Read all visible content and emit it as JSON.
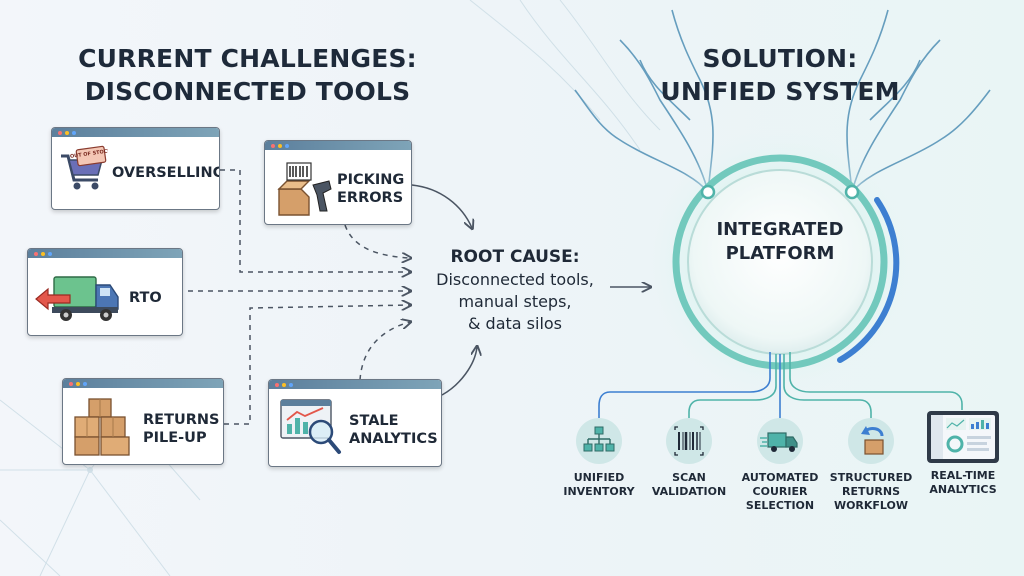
{
  "left_title": {
    "line1": "CURRENT CHALLENGES:",
    "line2": "DISCONNECTED TOOLS"
  },
  "right_title": {
    "line1": "SOLUTION:",
    "line2": "UNIFIED SYSTEM"
  },
  "challenges": {
    "overselling": {
      "label": "OVERSELLING",
      "sign": "OUT OF STOCK"
    },
    "picking": {
      "line1": "PICKING",
      "line2": "ERRORS"
    },
    "rto": {
      "label": "RTO"
    },
    "returns": {
      "line1": "RETURNS",
      "line2": "PILE-UP"
    },
    "analytics": {
      "line1": "STALE",
      "line2": "ANALYTICS"
    }
  },
  "root_cause": {
    "heading": "ROOT CAUSE:",
    "line1": "Disconnected tools,",
    "line2": "manual steps,",
    "line3": "& data silos"
  },
  "platform": {
    "line1": "INTEGRATED",
    "line2": "PLATFORM"
  },
  "features": {
    "inventory": {
      "line1": "UNIFIED",
      "line2": "INVENTORY",
      "icon": "hierarchy-icon"
    },
    "scan": {
      "line1": "SCAN",
      "line2": "VALIDATION",
      "icon": "barcode-icon"
    },
    "courier": {
      "line1": "AUTOMATED",
      "line2": "COURIER",
      "line3": "SELECTION",
      "icon": "truck-icon"
    },
    "returns": {
      "line1": "STRUCTURED",
      "line2": "RETURNS",
      "line3": "WORKFLOW",
      "icon": "return-box-icon"
    },
    "analytics": {
      "line1": "REAL-TIME",
      "line2": "ANALYTICS",
      "icon": "dashboard-icon"
    }
  },
  "colors": {
    "accent_teal": "#4fb3a9",
    "ring_blue": "#3d7fd1",
    "text_dark": "#1f2937",
    "card_bar": "#5c7f9c"
  }
}
